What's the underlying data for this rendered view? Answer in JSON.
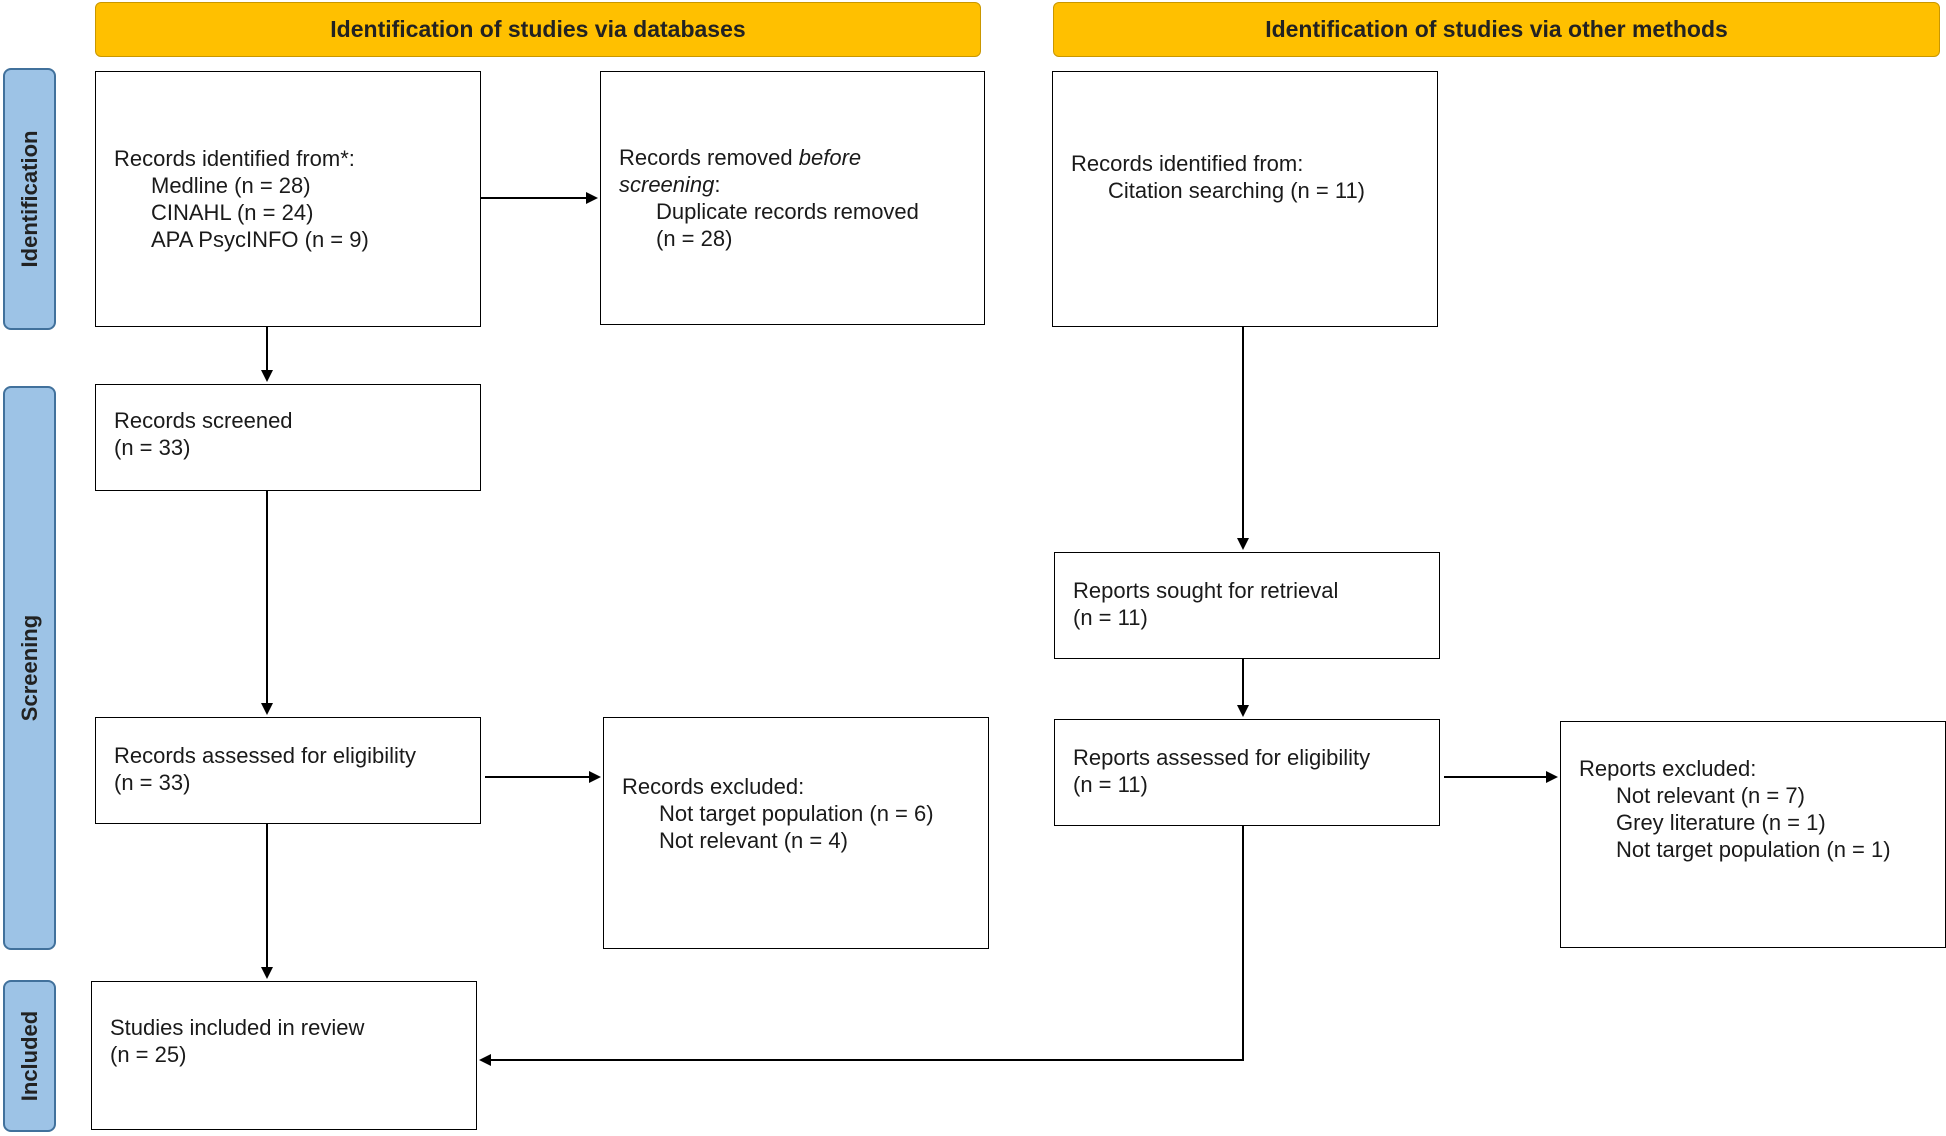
{
  "headers": {
    "databases": "Identification of studies via databases",
    "other": "Identification of studies via other methods"
  },
  "phases": {
    "identification": "Identification",
    "screening": "Screening",
    "included": "Included"
  },
  "boxes": {
    "db_identified": {
      "title": "Records identified from*:",
      "items": [
        "Medline (n = 28)",
        "CINAHL (n = 24)",
        "APA PsycINFO (n = 9)"
      ]
    },
    "db_removed": {
      "title_pre": "Records removed ",
      "title_em1": "before",
      "title_em2": "screening",
      "title_post": ":",
      "items": [
        "Duplicate records removed",
        "(n = 28)"
      ]
    },
    "db_screened": {
      "title": "Records screened",
      "count": "(n = 33)"
    },
    "db_assessed": {
      "title": "Records assessed for eligibility",
      "count": "(n = 33)"
    },
    "db_excluded": {
      "title": "Records excluded:",
      "items": [
        "Not target population (n = 6)",
        "Not relevant (n = 4)"
      ]
    },
    "included": {
      "title": "Studies included in review",
      "count": "(n = 25)"
    },
    "other_identified": {
      "title": "Records identified from:",
      "items": [
        "Citation searching (n = 11)"
      ]
    },
    "other_sought": {
      "title": "Reports sought for retrieval",
      "count": "(n = 11)"
    },
    "other_assessed": {
      "title": "Reports assessed for eligibility",
      "count": "(n = 11)"
    },
    "other_excluded": {
      "title": "Reports excluded:",
      "items": [
        "Not relevant (n = 7)",
        "Grey literature (n = 1)",
        "Not target population (n = 1)"
      ]
    }
  }
}
